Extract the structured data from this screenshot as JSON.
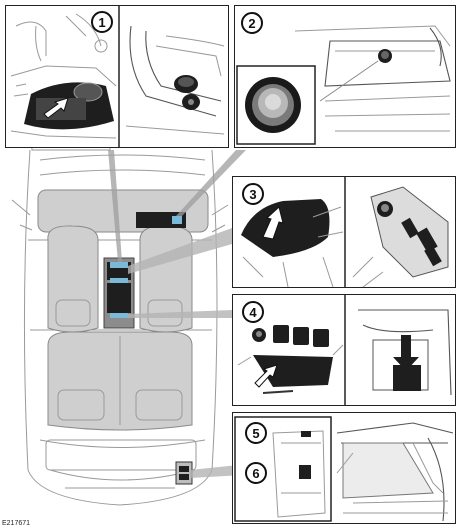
{
  "callouts": {
    "c1": "1",
    "c2": "2",
    "c3": "3",
    "c4": "4",
    "c5": "5",
    "c6": "6"
  },
  "figure_code": "E217671",
  "colors": {
    "highlight": "#7ab9d8",
    "shade": "#cfcfcf",
    "dark": "#1e1e1e"
  }
}
